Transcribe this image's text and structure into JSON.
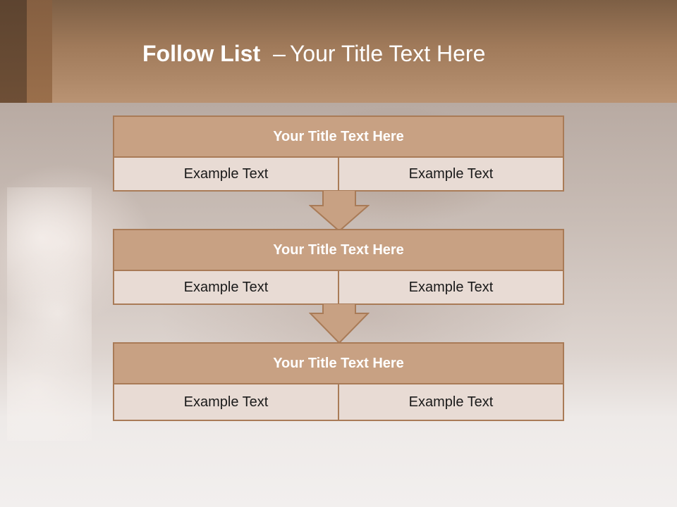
{
  "title": {
    "main": "Follow List",
    "separator": "–",
    "sub": "Your Title Text Here"
  },
  "blocks": [
    {
      "title": "Your Title Text Here",
      "cells": [
        "Example Text",
        "Example Text"
      ]
    },
    {
      "title": "Your Title Text Here",
      "cells": [
        "Example Text",
        "Example Text"
      ]
    },
    {
      "title": "Your Title Text Here",
      "cells": [
        "Example Text",
        "Example Text"
      ]
    }
  ],
  "colors": {
    "accent": "#a97b57",
    "header_fill": "#c8a183",
    "cell_fill": "#e8dbd4"
  },
  "icons": {
    "arrow": "down-arrow-icon"
  }
}
